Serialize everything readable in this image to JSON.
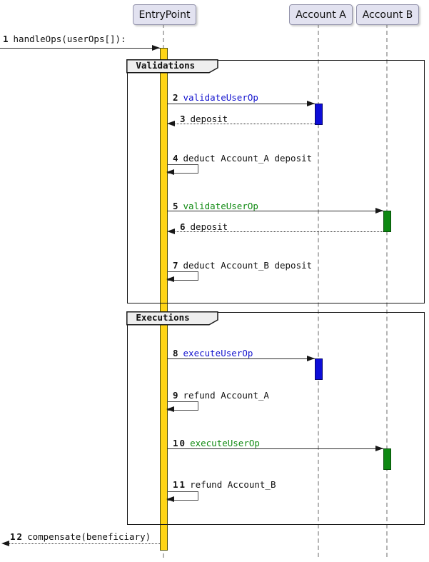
{
  "participants": [
    {
      "name": "EntryPoint"
    },
    {
      "name": "Account A"
    },
    {
      "name": "Account B"
    }
  ],
  "frames": [
    {
      "label": "Validations"
    },
    {
      "label": "Executions"
    }
  ],
  "messages": [
    {
      "num": "1",
      "text": "handleOps(userOps[]):",
      "color": "#111111",
      "style": "solid-right"
    },
    {
      "num": "2",
      "text": "validateUserOp",
      "color": "#1414CE",
      "style": "solid-right"
    },
    {
      "num": "3",
      "text": "deposit",
      "color": "#111111",
      "style": "dotted-left"
    },
    {
      "num": "4",
      "text": "deduct Account_A deposit",
      "color": "#111111",
      "style": "self"
    },
    {
      "num": "5",
      "text": "validateUserOp",
      "color": "#108A12",
      "style": "solid-right"
    },
    {
      "num": "6",
      "text": "deposit",
      "color": "#111111",
      "style": "dotted-left"
    },
    {
      "num": "7",
      "text": "deduct Account_B deposit",
      "color": "#111111",
      "style": "self"
    },
    {
      "num": "8",
      "text": "executeUserOp",
      "color": "#1414CE",
      "style": "solid-right"
    },
    {
      "num": "9",
      "text": "refund Account_A",
      "color": "#111111",
      "style": "self"
    },
    {
      "num": "10",
      "text": "executeUserOp",
      "color": "#108A12",
      "style": "solid-right"
    },
    {
      "num": "11",
      "text": "refund Account_B",
      "color": "#111111",
      "style": "self"
    },
    {
      "num": "12",
      "text": "compensate(beneficiary)",
      "color": "#111111",
      "style": "dotted-left"
    }
  ],
  "colors": {
    "entrypoint_activation": "#FFD516",
    "account_a_activation": "#0D0DD8",
    "account_b_activation": "#0E8812",
    "participant_fill": "#E2E2F0",
    "frame_header_fill": "#EEEEEE",
    "blue_message_text": "#1414CE",
    "green_message_text": "#108A12"
  }
}
